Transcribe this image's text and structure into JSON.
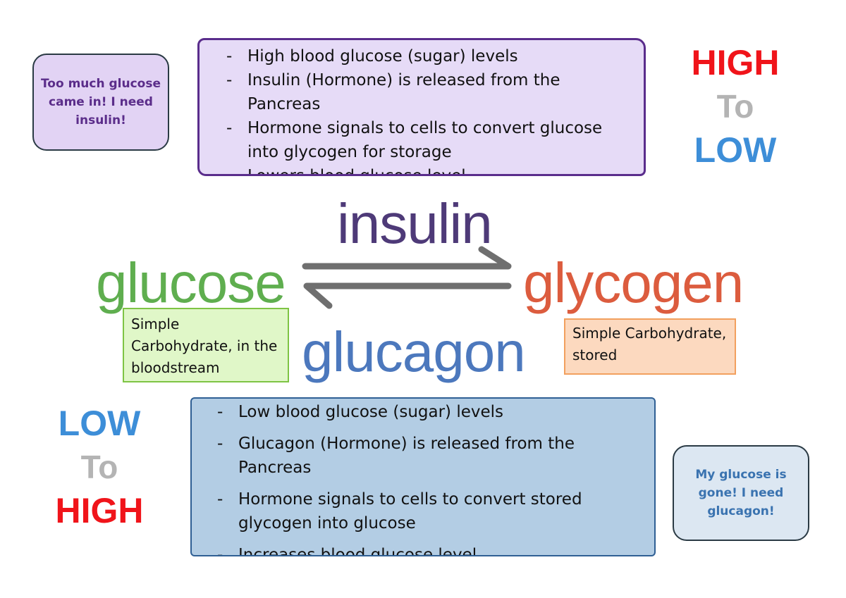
{
  "bubbles": {
    "top": "Too much glucose came in! I need insulin!",
    "bottom": "My glucose is gone! I need glucagon!"
  },
  "insulin_panel": {
    "items": [
      "High blood glucose (sugar) levels",
      "Insulin (Hormone) is released from the Pancreas",
      "Hormone signals to cells to convert glucose into glycogen for storage",
      "Lowers blood glucose level"
    ]
  },
  "glucagon_panel": {
    "items": [
      "Low blood glucose (sugar) levels",
      "Glucagon (Hormone) is released from the Pancreas",
      "Hormone signals to cells to convert stored glycogen into glucose",
      "Increases blood glucose level"
    ]
  },
  "scale_top": {
    "high": "HIGH",
    "to": "To",
    "low": "LOW"
  },
  "scale_bottom": {
    "low": "LOW",
    "to": "To",
    "high": "HIGH"
  },
  "diagram": {
    "insulin": "insulin",
    "glucose": "glucose",
    "glycogen": "glycogen",
    "glucagon": "glucagon"
  },
  "notes": {
    "glucose": "Simple Carbohydrate, in the bloodstream",
    "glycogen": "Simple Carbohydrate, stored"
  },
  "colors": {
    "insulin": "#4e3a78",
    "glucose": "#5fae4f",
    "glycogen": "#dc5c3e",
    "glucagon": "#4c78bd",
    "high": "#f0141a",
    "low": "#3d8ed8"
  }
}
